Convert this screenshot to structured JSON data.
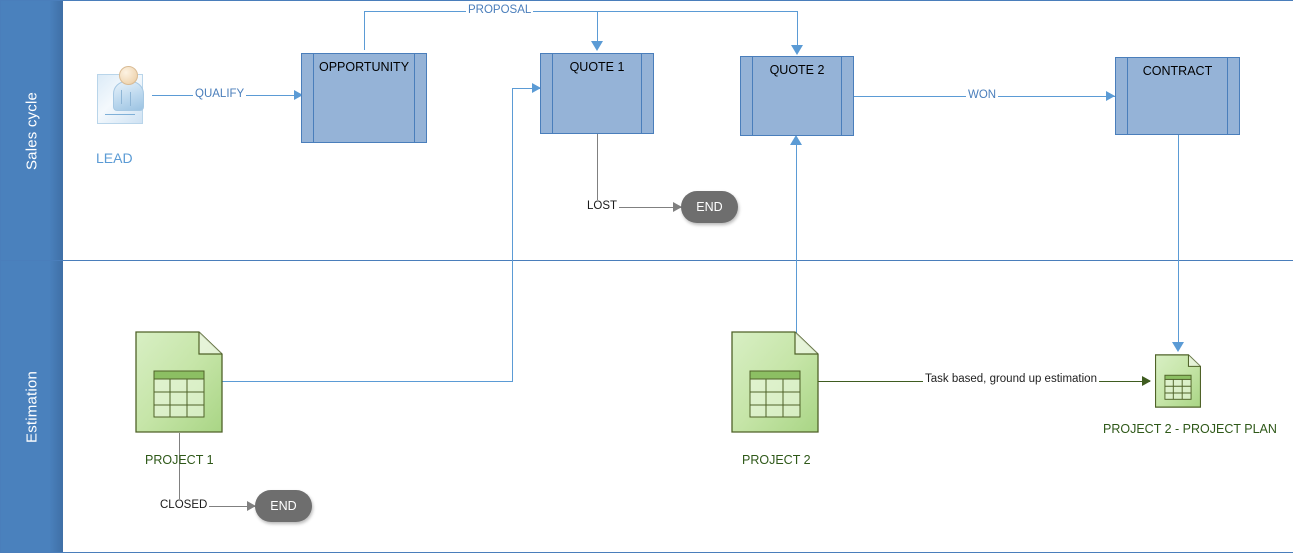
{
  "diagram": {
    "title": "Sales cycle and estimation process flow",
    "colors": {
      "lane_header": "#4a81bd",
      "process_fill": "#95b3d7",
      "process_border": "#4a7ebb",
      "connector_blue": "#5b9bd5",
      "connector_gray": "#808080",
      "connector_olive": "#3f5c20",
      "terminator_fill": "#6e6e6e",
      "document_fill": "#c2e0a5",
      "document_border": "#4f6228"
    }
  },
  "lanes": [
    {
      "id": "sales",
      "label": "Sales cycle"
    },
    {
      "id": "estimation",
      "label": "Estimation"
    }
  ],
  "nodes": {
    "lead": {
      "label": "LEAD",
      "icon": "person-document-icon",
      "lane": "sales"
    },
    "opportunity": {
      "label": "OPPORTUNITY",
      "shape": "predefined-process",
      "lane": "sales"
    },
    "quote1": {
      "label": "QUOTE 1",
      "shape": "predefined-process",
      "lane": "sales"
    },
    "quote2": {
      "label": "QUOTE 2",
      "shape": "predefined-process",
      "lane": "sales"
    },
    "contract": {
      "label": "CONTRACT",
      "shape": "predefined-process",
      "lane": "sales"
    },
    "end_lost": {
      "label": "END",
      "shape": "terminator",
      "lane": "sales"
    },
    "end_closed": {
      "label": "END",
      "shape": "terminator",
      "lane": "estimation"
    },
    "project1": {
      "label": "PROJECT 1",
      "icon": "spreadsheet-document-icon",
      "lane": "estimation"
    },
    "project2": {
      "label": "PROJECT 2",
      "icon": "spreadsheet-document-icon",
      "lane": "estimation"
    },
    "project_plan": {
      "label": "PROJECT 2 - PROJECT PLAN",
      "icon": "spreadsheet-document-icon",
      "lane": "estimation"
    }
  },
  "connectors": [
    {
      "id": "qualify",
      "label": "QUALIFY",
      "from": "lead",
      "to": "opportunity",
      "color": "blue"
    },
    {
      "id": "proposal",
      "label": "PROPOSAL",
      "from": "opportunity",
      "to": "quote1, quote2",
      "color": "blue"
    },
    {
      "id": "won",
      "label": "WON",
      "from": "quote2",
      "to": "contract",
      "color": "blue"
    },
    {
      "id": "lost",
      "label": "LOST",
      "from": "quote1",
      "to": "end_lost",
      "color": "gray"
    },
    {
      "id": "closed",
      "label": "CLOSED",
      "from": "project1",
      "to": "end_closed",
      "color": "gray"
    },
    {
      "id": "estimate",
      "label": "Task based, ground up estimation",
      "from": "project2",
      "to": "project_plan",
      "color": "olive"
    },
    {
      "id": "p1-quote1",
      "label": "",
      "from": "project1",
      "to": "quote1",
      "color": "blue"
    },
    {
      "id": "p2-quote2",
      "label": "",
      "from": "project2",
      "to": "quote2",
      "color": "blue"
    },
    {
      "id": "contract-plan",
      "label": "",
      "from": "contract",
      "to": "project_plan",
      "color": "blue"
    }
  ]
}
